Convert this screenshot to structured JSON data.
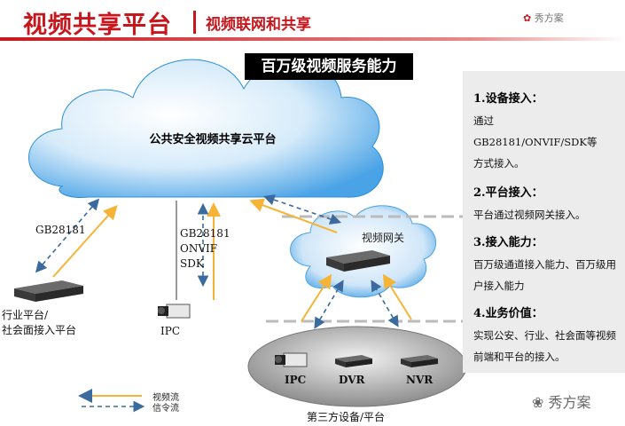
{
  "header": {
    "title": "视频共享平台",
    "subtitle": "视频联网和共享",
    "logo_text": "秀方案"
  },
  "banner": "百万级视频服务能力",
  "cloud": {
    "label": "公共安全视频共享云平台"
  },
  "gateway": {
    "label": "视频网关"
  },
  "nodes": {
    "industry_platform": "行业平台/\n社会面接入平台",
    "ipc_left": "IPC",
    "third_party": {
      "ipc": "IPC",
      "dvr": "DVR",
      "nvr": "NVR",
      "label": "第三方设备/平台"
    }
  },
  "protocols": {
    "left": "GB28181",
    "middle": [
      "GB28181",
      "ONVIF",
      "SDK"
    ]
  },
  "legend": {
    "video_stream": "视频流",
    "signal_stream": "信令流"
  },
  "colors": {
    "accent_red": "#c8161d",
    "video_arrow": "#f5b435",
    "signal_arrow": "#3a6a9e",
    "cloud_blue": "#2a8fd9"
  },
  "panel": {
    "items": [
      {
        "heading": "1.设备接入：",
        "body": "通过\nGB28181/ONVIF/SDK等\n方式接入。"
      },
      {
        "heading": "2.平台接入：",
        "body": "平台通过视频网关接入。"
      },
      {
        "heading": "3.接入能力：",
        "body": "百万级通道接入能力、百万级用户接入能力"
      },
      {
        "heading": "4.业务价值：",
        "body": "实现公安、行业、社会面等视频前端和平台的接入。"
      }
    ]
  },
  "watermark": "秀方案"
}
